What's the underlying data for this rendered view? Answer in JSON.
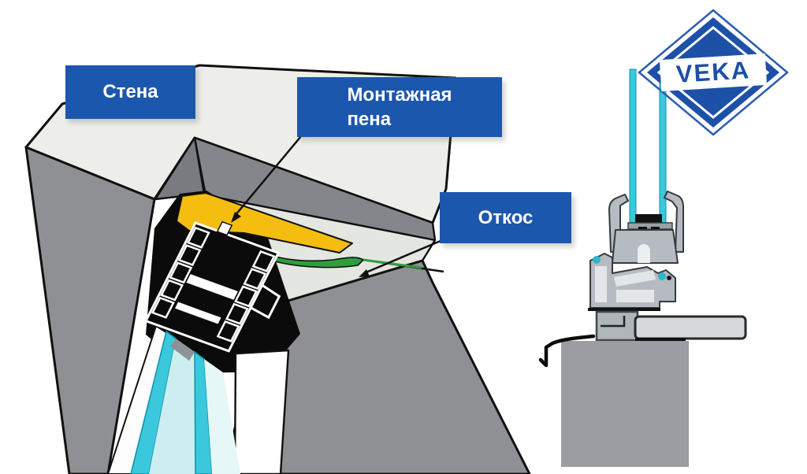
{
  "left_diagram": {
    "labels": {
      "wall": "Стена",
      "foam_line1": "Монтажная",
      "foam_line2": "пена",
      "slope": "Откос"
    }
  },
  "right_diagram": {
    "logo_text": "VEKA"
  },
  "colors": {
    "label_blue": "#1c57ae",
    "veka_blue": "#1d51a8",
    "veka_text_blue": "#1d4fa5",
    "foam_yellow": "#f5bd10",
    "tape_green": "#2f9e3b",
    "glass_cyan": "#3cc8dc",
    "gasket_teal": "#2ab8c8",
    "wall_gray": "#8e9094",
    "surface_light": "#edeee9",
    "profile_gray": "#b5bbc1"
  }
}
